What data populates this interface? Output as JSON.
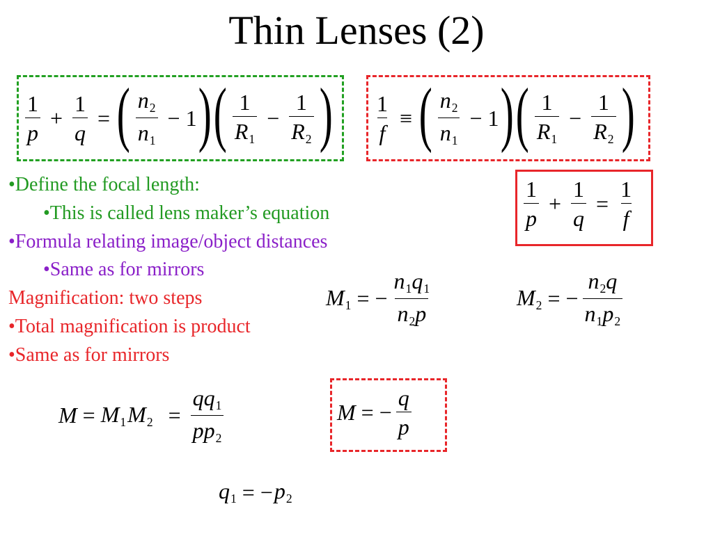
{
  "slide": {
    "title": "Thin Lenses (2)"
  },
  "colors": {
    "green": "#229a22",
    "purple": "#8a1fc8",
    "red": "#e8262a",
    "box_green": "#22a022",
    "box_red": "#e8262a"
  },
  "bullets": [
    {
      "text": "•Define the focal length:",
      "color": "green",
      "indent": 0
    },
    {
      "text": "•This is called lens maker’s equation",
      "color": "green",
      "indent": 1
    },
    {
      "text": "•Formula relating image/object distances",
      "color": "purple",
      "indent": 0
    },
    {
      "text": "•Same as for mirrors",
      "color": "purple",
      "indent": 1
    },
    {
      "text": "Magnification: two steps",
      "color": "red",
      "indent": 0
    },
    {
      "text": "•Total magnification is product",
      "color": "red",
      "indent": 0
    },
    {
      "text": "•Same as for mirrors",
      "color": "red",
      "indent": 0
    }
  ],
  "sym": {
    "one": "1",
    "two": "2",
    "p": "p",
    "q": "q",
    "f": "f",
    "n": "n",
    "R": "R",
    "M": "M",
    "plus": "+",
    "minus": "−",
    "eq": "=",
    "equiv": "≡",
    "lparen": "(",
    "rparen": ")"
  }
}
